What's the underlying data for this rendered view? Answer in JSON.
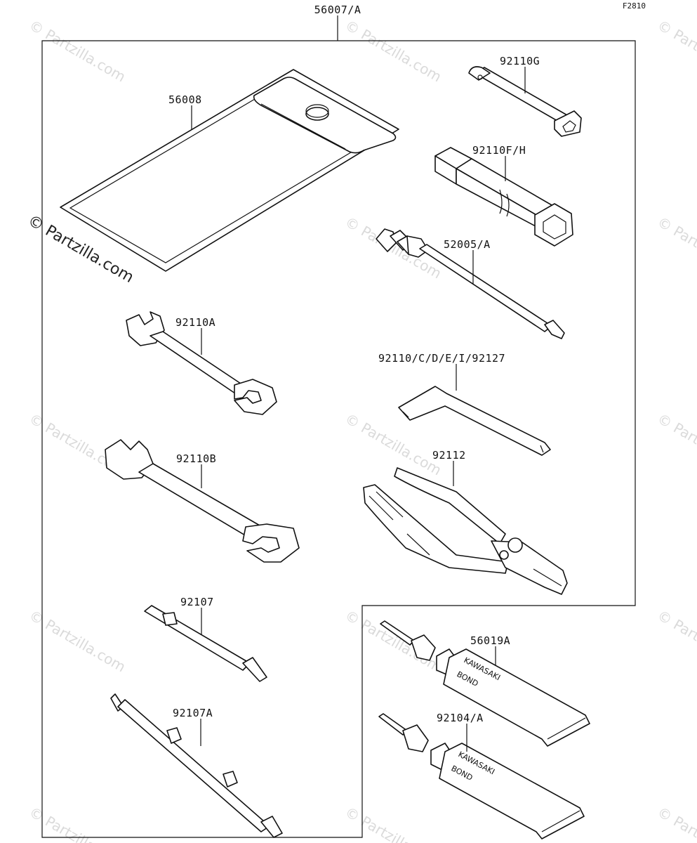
{
  "diagram": {
    "ref_code": "F2810",
    "assembly_label": "56007/A",
    "watermark": "© Partzilla.com",
    "bond_brand": "KAWASAKI",
    "bond_text": "BOND",
    "parts": [
      {
        "id": "pouch",
        "label": "56008"
      },
      {
        "id": "plug-wrench-small",
        "label": "92110G"
      },
      {
        "id": "plug-wrench-large",
        "label": "92110F/H"
      },
      {
        "id": "screwdriver-extension",
        "label": "52005/A"
      },
      {
        "id": "wrench-small",
        "label": "92110A"
      },
      {
        "id": "hex-key",
        "label": "92110/C/D/E/I/92127"
      },
      {
        "id": "wrench-large",
        "label": "92110B"
      },
      {
        "id": "pliers",
        "label": "92112"
      },
      {
        "id": "screwdriver-bit",
        "label": "92107"
      },
      {
        "id": "bond-tube-upper",
        "label": "56019A"
      },
      {
        "id": "screwdriver-bit-double",
        "label": "92107A"
      },
      {
        "id": "bond-tube-lower",
        "label": "92104/A"
      }
    ]
  }
}
